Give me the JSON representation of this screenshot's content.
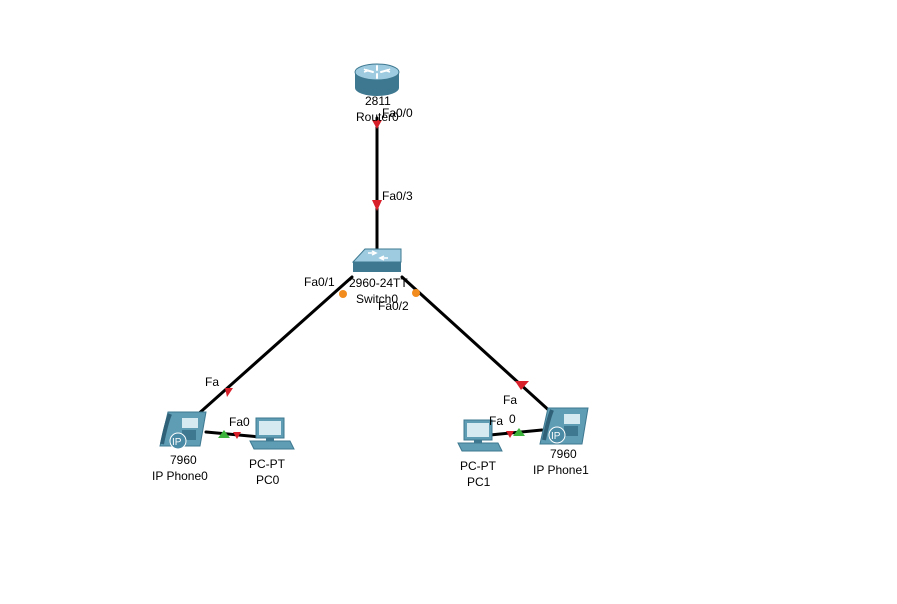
{
  "colors": {
    "link": "#000000",
    "link_down": "#d8202a",
    "link_up": "#3cb43c",
    "link_pending": "#f28c1e",
    "device_teal": "#5f9db5",
    "device_dark": "#3d7890",
    "device_light": "#9fcbe0"
  },
  "devices": {
    "router": {
      "model": "2811",
      "name": "Router0",
      "icon": "router-icon"
    },
    "switch": {
      "model": "2960-24TT",
      "name": "Switch0",
      "icon": "switch-icon"
    },
    "phone0": {
      "model": "7960",
      "name": "IP Phone0",
      "icon": "ip-phone-icon",
      "badge": "IP"
    },
    "phone1": {
      "model": "7960",
      "name": "IP Phone1",
      "icon": "ip-phone-icon",
      "badge": "IP"
    },
    "pc0": {
      "model": "PC-PT",
      "name": "PC0",
      "icon": "pc-icon"
    },
    "pc1": {
      "model": "PC-PT",
      "name": "PC1",
      "icon": "pc-icon"
    }
  },
  "links": [
    {
      "name": "router-switch",
      "a_port": "Fa0/0",
      "b_port": "Fa0/3",
      "a_state": "down",
      "b_state": "down"
    },
    {
      "name": "switch-phone0",
      "a_port": "Fa0/1",
      "b_port": "Fa",
      "a_state": "pending",
      "b_state": "down"
    },
    {
      "name": "switch-phone1",
      "a_port": "Fa0/2",
      "b_port": "Fa",
      "a_state": "pending",
      "b_state": "down"
    },
    {
      "name": "phone0-pc0",
      "a_port": "Fa0",
      "b_port": "",
      "a_state": "up",
      "b_state": "down"
    },
    {
      "name": "phone1-pc1",
      "a_port": "0",
      "b_port": "Fa",
      "a_state": "up",
      "b_state": "down"
    }
  ]
}
